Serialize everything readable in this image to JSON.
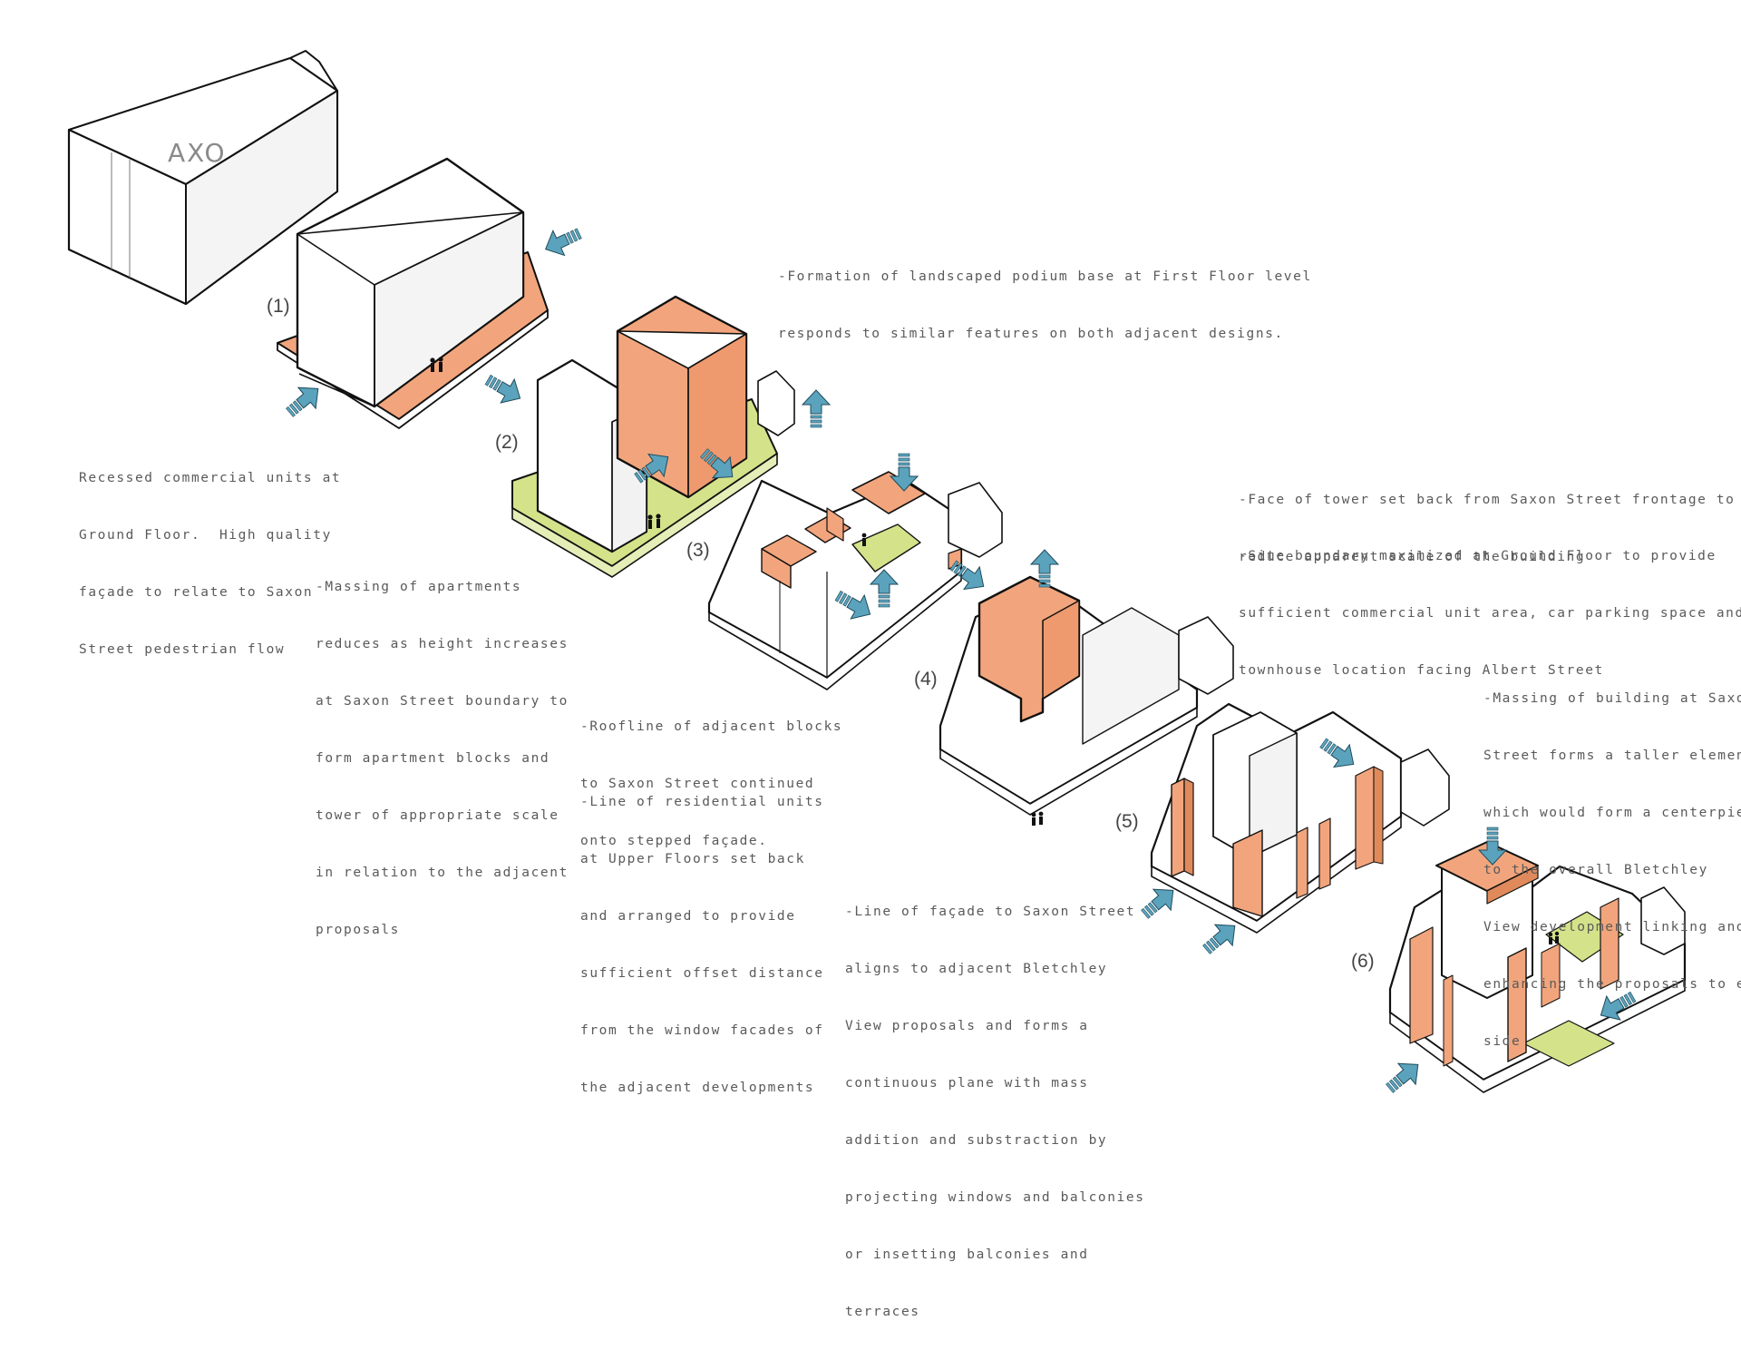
{
  "colors": {
    "orange": "#F2A57C",
    "orange_dark": "#E08A5C",
    "green": "#D4E28A",
    "green_light": "#E6EEB8",
    "arrow": "#5BA3BD",
    "white_face": "#FFFFFF",
    "side_face": "#ECECEC",
    "shade_face": "#DCDCDC",
    "outline": "#111111"
  },
  "title": "AXO",
  "steps": [
    {
      "id": "1",
      "label": "(1)"
    },
    {
      "id": "2",
      "label": "(2)"
    },
    {
      "id": "3",
      "label": "(3)"
    },
    {
      "id": "4",
      "label": "(4)"
    },
    {
      "id": "5",
      "label": "(5)"
    },
    {
      "id": "6",
      "label": "(6)"
    }
  ],
  "notes": {
    "podium": [
      "-Formation of landscaped podium base at First Floor level",
      "responds to similar features on both adjacent designs."
    ],
    "recessed": [
      "Recessed commercial units at",
      "Ground Floor.  High quality",
      "façade to relate to Saxon",
      "Street pedestrian flow"
    ],
    "massing": [
      "-Massing of apartments",
      "reduces as height increases",
      "at Saxon Street boundary to",
      "form apartment blocks and",
      "tower of appropriate scale",
      "in relation to the adjacent",
      "proposals"
    ],
    "roofline": [
      "-Roofline of adjacent blocks",
      "to Saxon Street continued",
      "onto stepped façade."
    ],
    "residential": [
      "-Line of residential units",
      "at Upper Floors set back",
      "and arranged to provide",
      "sufficient offset distance",
      "from the window facades of",
      "the adjacent developments"
    ],
    "tower_setback": [
      "-Face of tower set back from Saxon Street frontage to",
      "reduce apparent scale of the building"
    ],
    "site_boundary": [
      "-Site boundary maximized at Ground Floor to provide",
      "sufficient commercial unit area, car parking space and",
      "townhouse location facing Albert Street"
    ],
    "facade_line": [
      "-Line of façade to Saxon Street",
      "aligns to adjacent Bletchley",
      "View proposals and forms a",
      "continuous plane with mass",
      "addition and substraction by",
      "projecting windows and balconies",
      "or insetting balconies and",
      "terraces"
    ],
    "centerpiece": [
      "-Massing of building at Saxon",
      "Street forms a taller element",
      "which would form a centerpiece",
      "to the overall Bletchley",
      "View development linking and",
      "enhancing the proposals to each",
      "side"
    ]
  }
}
